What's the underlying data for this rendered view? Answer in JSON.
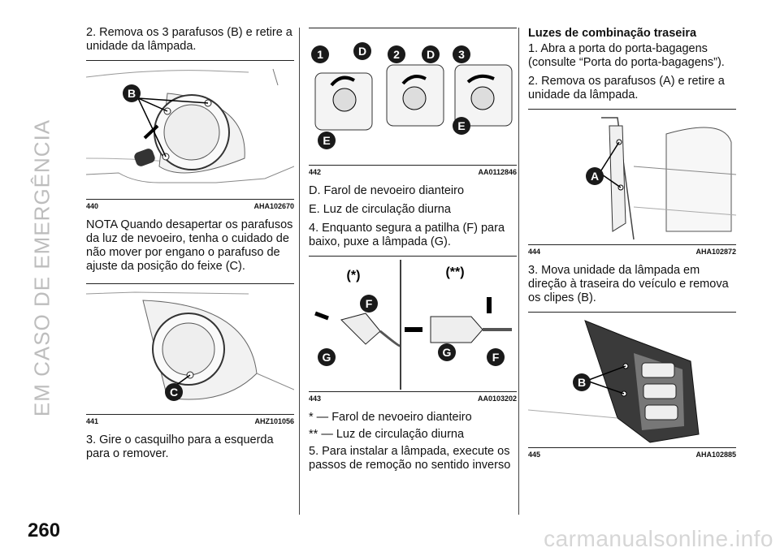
{
  "sidebar": {
    "section_title": "EM CASO DE EMERGÊNCIA"
  },
  "page_number": "260",
  "footer": {
    "watermark": "carmanualsonline.info"
  },
  "col1": {
    "step2": "2. Remova os 3 parafusos (B) e retire a unidade da lâmpada.",
    "fig440": {
      "number": "440",
      "code": "AHA102670",
      "label_b": "B"
    },
    "note": "NOTA  Quando desapertar os parafusos da luz de nevoeiro, tenha o cuidado de não mover por engano o parafuso de ajuste da posição do feixe (C).",
    "fig441": {
      "number": "441",
      "code": "AHZ101056",
      "label_c": "C"
    },
    "step3": "3. Gire o casquilho para a esquerda para o remover."
  },
  "col2": {
    "fig442": {
      "number": "442",
      "code": "AA0112846",
      "labels": [
        "1",
        "D",
        "2",
        "D",
        "3",
        "E",
        "E"
      ]
    },
    "item_d": "D. Farol de nevoeiro dianteiro",
    "item_e": "E. Luz de circulação diurna",
    "step4": "4. Enquanto segura a patilha (F) para baixo, puxe a lâmpada (G).",
    "fig443": {
      "number": "443",
      "code": "AA0103202",
      "star1": "(*)",
      "star2": "(**)",
      "labels": [
        "F",
        "G",
        "G",
        "F"
      ]
    },
    "legend1": "*  — Farol de nevoeiro dianteiro",
    "legend2": "**  — Luz de circulação diurna",
    "step5": "5. Para instalar a lâmpada, execute os passos de remoção no sentido inverso"
  },
  "col3": {
    "heading": "Luzes de combinação traseira",
    "step1": "1. Abra a porta do porta-bagagens (consulte “Porta do porta-bagagens”).",
    "step2": "2. Remova os parafusos (A) e retire a unidade da lâmpada.",
    "fig444": {
      "number": "444",
      "code": "AHA102872",
      "label_a": "A"
    },
    "step3": "3. Mova unidade da lâmpada em direção à traseira do veículo e remova os clipes (B).",
    "fig445": {
      "number": "445",
      "code": "AHA102885",
      "label_b": "B"
    }
  }
}
